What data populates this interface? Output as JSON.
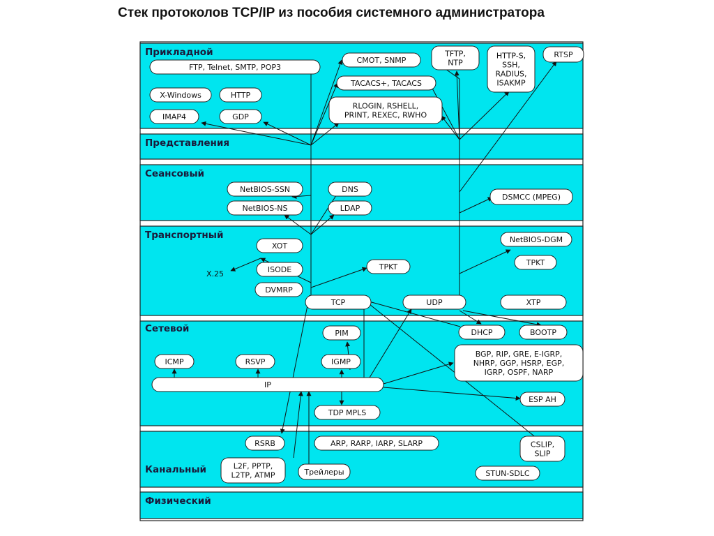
{
  "title": "Стек протоколов TCP/IP  из пособия системного администратора",
  "layers": [
    {
      "id": "app",
      "label": "Прикладной"
    },
    {
      "id": "pres",
      "label": "Представления"
    },
    {
      "id": "sess",
      "label": "Сеансовый"
    },
    {
      "id": "trans",
      "label": "Транспортный"
    },
    {
      "id": "net",
      "label": "Сетевой"
    },
    {
      "id": "link",
      "label": "Канальный"
    },
    {
      "id": "phys",
      "label": "Физический"
    }
  ],
  "nodes": [
    {
      "id": "ftp",
      "label": [
        "FTP, Telnet, SMTP, POP3"
      ]
    },
    {
      "id": "cmot",
      "label": [
        "CMOT, SNMP"
      ]
    },
    {
      "id": "tftp",
      "label": [
        "TFTP,",
        "NTP"
      ]
    },
    {
      "id": "https",
      "label": [
        "HTTP-S,",
        "SSH,",
        "RADIUS,",
        "ISAKMP"
      ]
    },
    {
      "id": "rtsp",
      "label": [
        "RTSP"
      ]
    },
    {
      "id": "tacacs",
      "label": [
        "TACACS+, TACACS"
      ]
    },
    {
      "id": "xwin",
      "label": [
        "X-Windows"
      ]
    },
    {
      "id": "http",
      "label": [
        "HTTP"
      ]
    },
    {
      "id": "rlogin",
      "label": [
        "RLOGIN, RSHELL,",
        "PRINT, REXEC, RWHO"
      ]
    },
    {
      "id": "imap",
      "label": [
        "IMAP4"
      ]
    },
    {
      "id": "gdp",
      "label": [
        "GDP"
      ]
    },
    {
      "id": "nbssn",
      "label": [
        "NetBIOS-SSN"
      ]
    },
    {
      "id": "dns",
      "label": [
        "DNS"
      ]
    },
    {
      "id": "nbns",
      "label": [
        "NetBIOS-NS"
      ]
    },
    {
      "id": "ldap",
      "label": [
        "LDAP"
      ]
    },
    {
      "id": "dsmcc",
      "label": [
        "DSMCC (MPEG)"
      ]
    },
    {
      "id": "xot",
      "label": [
        "XOT"
      ]
    },
    {
      "id": "nbdgm",
      "label": [
        "NetBIOS-DGM"
      ]
    },
    {
      "id": "isode",
      "label": [
        "ISODE"
      ]
    },
    {
      "id": "tpkt1",
      "label": [
        "TPKT"
      ]
    },
    {
      "id": "tpkt2",
      "label": [
        "TPKT"
      ]
    },
    {
      "id": "dvmrp",
      "label": [
        "DVMRP"
      ]
    },
    {
      "id": "tcp",
      "label": [
        "TCP"
      ]
    },
    {
      "id": "udp",
      "label": [
        "UDP"
      ]
    },
    {
      "id": "xtp",
      "label": [
        "XTP"
      ]
    },
    {
      "id": "pim",
      "label": [
        "PIM"
      ]
    },
    {
      "id": "dhcp",
      "label": [
        "DHCP"
      ]
    },
    {
      "id": "bootp",
      "label": [
        "BOOTP"
      ]
    },
    {
      "id": "bgp",
      "label": [
        "BGP, RIP, GRE, E-IGRP,",
        "NHRP, GGP, HSRP, EGP,",
        "IGRP, OSPF, NARP"
      ]
    },
    {
      "id": "icmp",
      "label": [
        "ICMP"
      ]
    },
    {
      "id": "rsvp",
      "label": [
        "RSVP"
      ]
    },
    {
      "id": "igmp",
      "label": [
        "IGMP"
      ]
    },
    {
      "id": "ip",
      "label": [
        "IP"
      ]
    },
    {
      "id": "esp",
      "label": [
        "ESP AH"
      ]
    },
    {
      "id": "tdp",
      "label": [
        "TDP MPLS"
      ]
    },
    {
      "id": "rsrb",
      "label": [
        "RSRB"
      ]
    },
    {
      "id": "arp",
      "label": [
        "ARP, RARP, IARP, SLARP"
      ]
    },
    {
      "id": "cslip",
      "label": [
        "CSLIP,",
        "SLIP"
      ]
    },
    {
      "id": "l2f",
      "label": [
        "L2F, PPTP,",
        "L2TP, ATMP"
      ]
    },
    {
      "id": "trailers",
      "label": [
        "Трейлеры"
      ]
    },
    {
      "id": "stun",
      "label": [
        "STUN-SDLC"
      ]
    }
  ],
  "free_labels": [
    {
      "id": "x25",
      "text": "X.25"
    }
  ]
}
